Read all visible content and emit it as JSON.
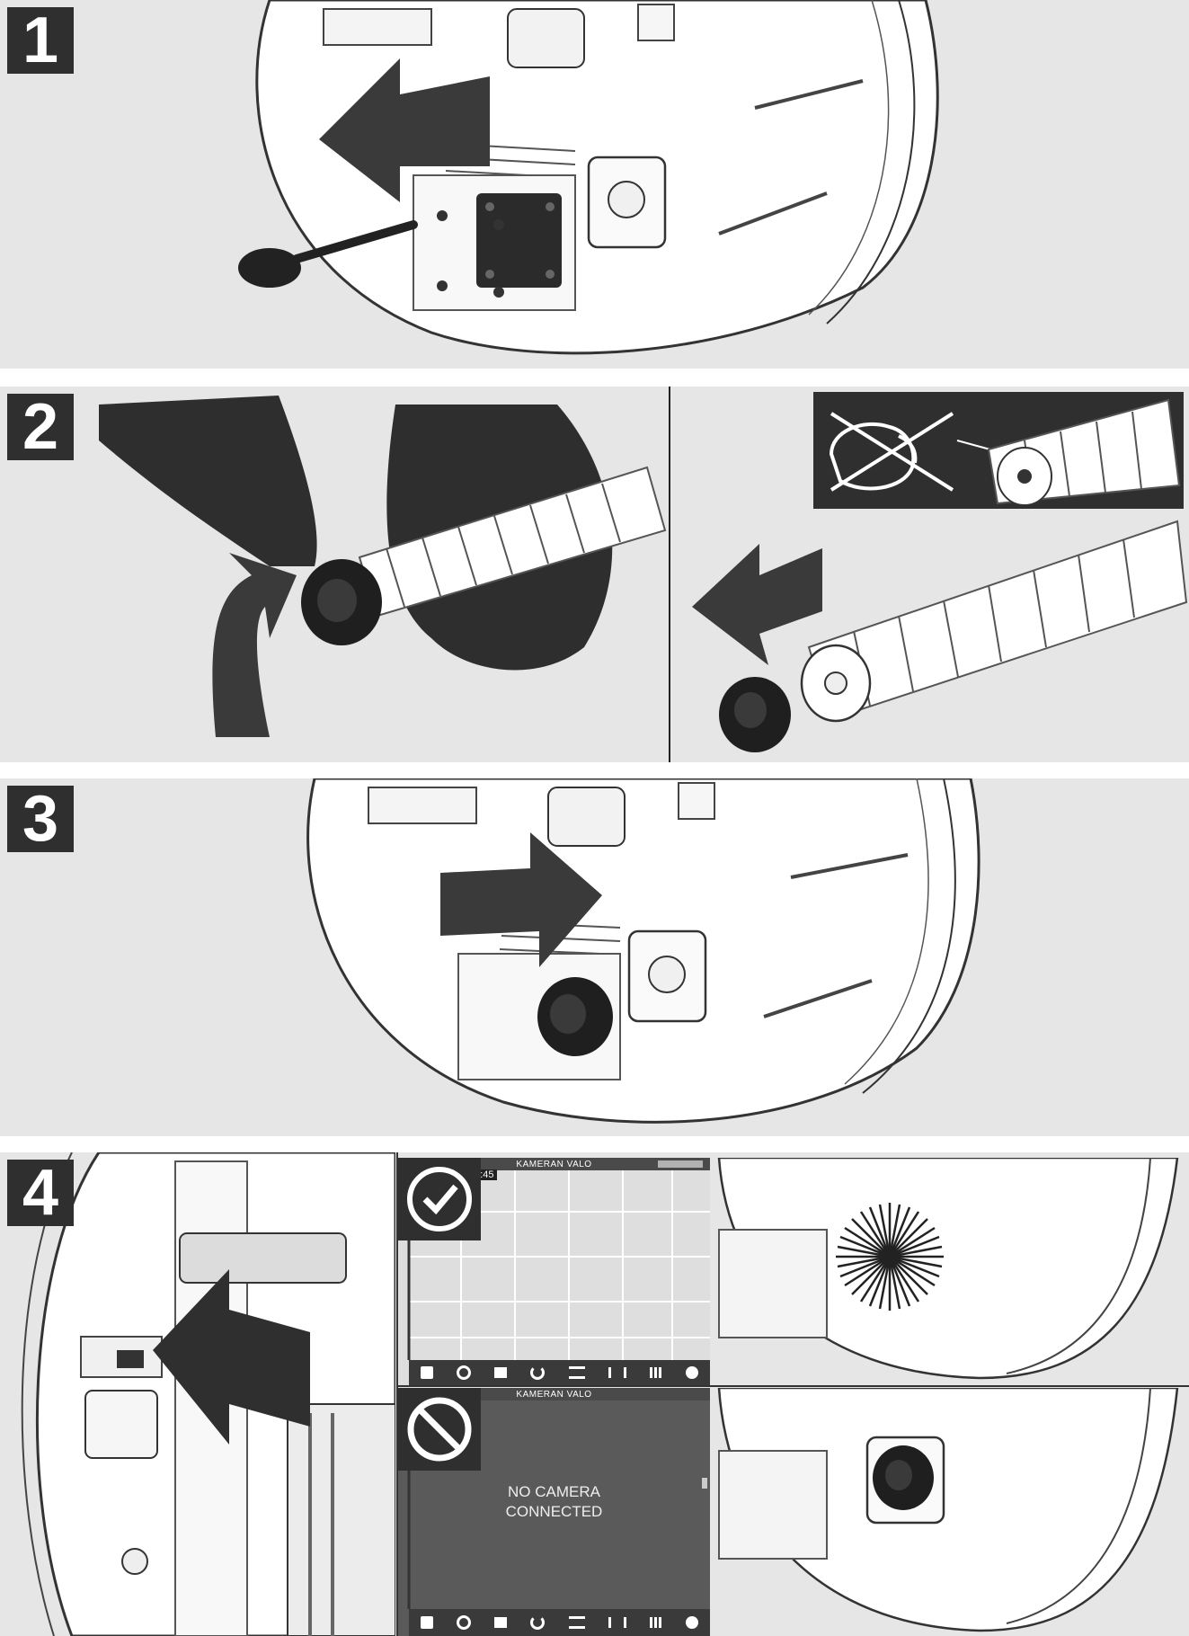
{
  "steps": [
    {
      "number": "1"
    },
    {
      "number": "2"
    },
    {
      "number": "3"
    },
    {
      "number": "4"
    }
  ],
  "screens": {
    "ok": {
      "title": "KAMERAN VALO",
      "time": "00:45",
      "status": "ok-check-icon"
    },
    "error": {
      "title": "KAMERAN VALO",
      "message": "NO CAMERA\nCONNECTED",
      "status": "prohibited-icon"
    },
    "toolbar_icons": [
      "light-icon",
      "zoom-icon",
      "tag-icon",
      "rotate-icon",
      "meter-icon",
      "sonde-icon",
      "menu-icon",
      "gear-icon"
    ]
  },
  "colors": {
    "panel_bg": "#e6e6e6",
    "badge_bg": "#2f2f2f",
    "arrow": "#3a3a3a",
    "screen_dark": "#5a5a5a"
  }
}
